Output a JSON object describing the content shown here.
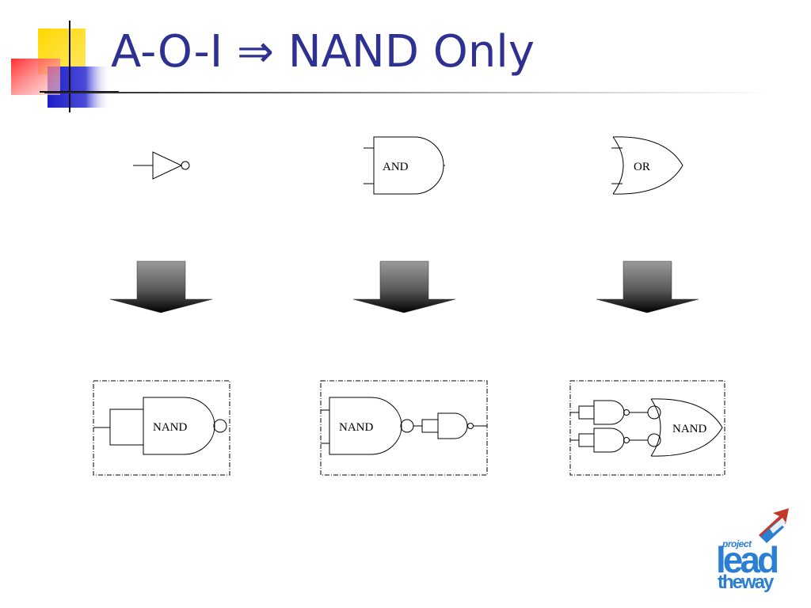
{
  "title": "A-O-I ⇒ NAND Only",
  "gates": {
    "and_label": "AND",
    "or_label": "OR",
    "nand_label": "NAND"
  },
  "logo": {
    "project": "project",
    "lead": "lead",
    "the_way": "theway"
  },
  "colors": {
    "title": "#2e3192",
    "logo": "#2a7fd4",
    "deco_yellow": "#ffd700",
    "deco_red": "#ff3333",
    "deco_blue": "#2020cc"
  }
}
